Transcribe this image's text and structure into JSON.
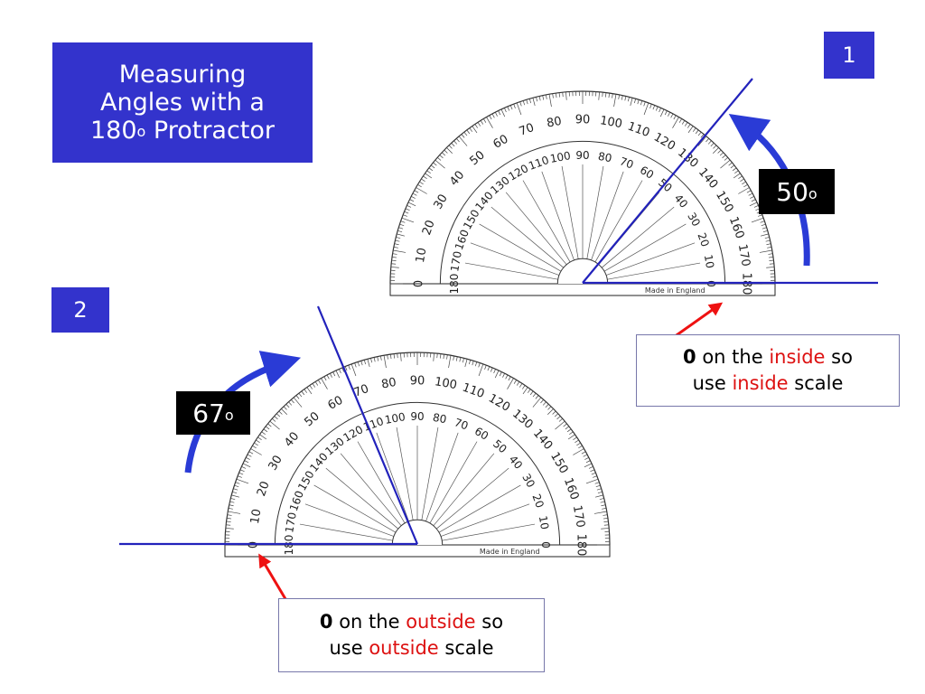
{
  "slide": {
    "title_lines": [
      "Measuring",
      "Angles with a",
      "180",
      "o",
      " Protractor"
    ],
    "example_numbers": [
      "1",
      "2"
    ],
    "angles": [
      {
        "value": "50",
        "degree_mark": "o"
      },
      {
        "value": "67",
        "degree_mark": "o"
      }
    ],
    "notes": [
      {
        "zero": "0",
        "t1": " on the ",
        "scale": "inside",
        "t2": " so",
        "t3": "use ",
        "scale2": "inside",
        "t4": " scale"
      },
      {
        "zero": "0",
        "t1": " on the ",
        "scale": "outside",
        "t2": " so",
        "t3": "use ",
        "scale2": "outside",
        "t4": " scale"
      }
    ],
    "protractor_label": "Made in England",
    "outer_scale": [
      "0",
      "10",
      "20",
      "30",
      "40",
      "50",
      "60",
      "70",
      "80",
      "90",
      "100",
      "110",
      "120",
      "130",
      "140",
      "150",
      "160",
      "170",
      "180"
    ],
    "inner_scale": [
      "180",
      "170",
      "160",
      "150",
      "140",
      "130",
      "120",
      "110",
      "100",
      "90",
      "80",
      "70",
      "60",
      "50",
      "40",
      "30",
      "20",
      "10",
      "0"
    ]
  },
  "colors": {
    "box_blue": "#3333cc",
    "line_blue": "#2222bb",
    "arrow_red": "#ee1111",
    "highlight_red": "#dd1111"
  },
  "measurements": [
    {
      "example": "1",
      "measured_angle_deg": 50,
      "zero_scale": "inside"
    },
    {
      "example": "2",
      "measured_angle_deg": 67,
      "zero_scale": "outside"
    }
  ]
}
